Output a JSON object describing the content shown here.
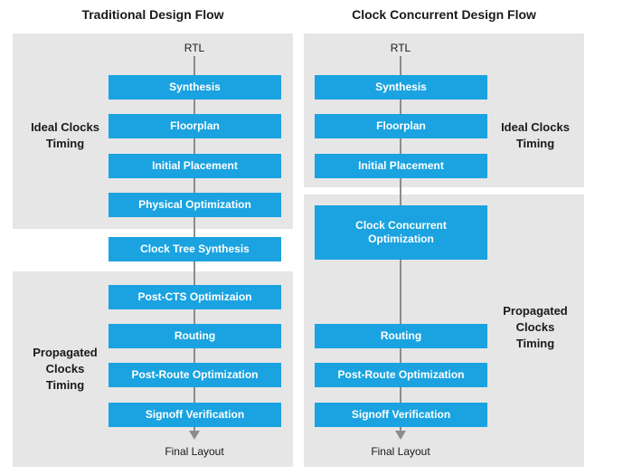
{
  "left": {
    "title": "Traditional Design Flow",
    "start": "RTL",
    "end": "Final Layout",
    "ideal_label": "Ideal Clocks\nTiming",
    "propagated_label": "Propagated\nClocks\nTiming",
    "steps": [
      "Synthesis",
      "Floorplan",
      "Initial Placement",
      "Physical Optimization",
      "Clock Tree Synthesis",
      "Post-CTS Optimizaion",
      "Routing",
      "Post-Route Optimization",
      "Signoff Verification"
    ]
  },
  "right": {
    "title": "Clock Concurrent Design Flow",
    "start": "RTL",
    "end": "Final Layout",
    "ideal_label": "Ideal Clocks\nTiming",
    "propagated_label": "Propagated\nClocks\nTiming",
    "steps": [
      "Synthesis",
      "Floorplan",
      "Initial Placement",
      "Clock Concurrent\nOptimization",
      "Routing",
      "Post-Route Optimization",
      "Signoff Verification"
    ]
  },
  "colors": {
    "box": "#1aa3e0",
    "panel": "#e6e6e6",
    "line": "#8c8c8c"
  }
}
